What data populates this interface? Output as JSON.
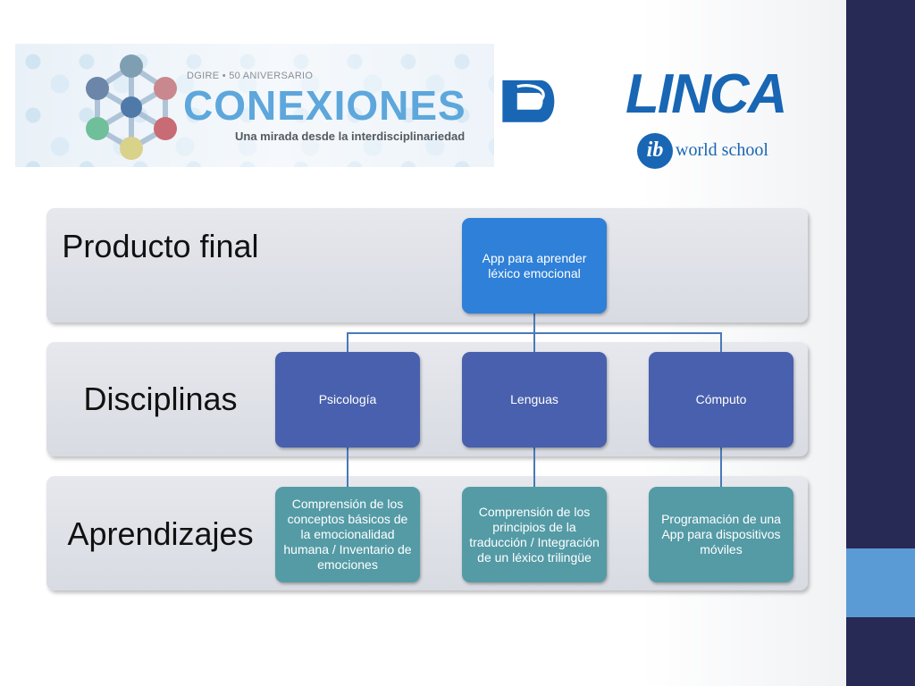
{
  "header": {
    "banner": {
      "dgire_line": "DGIRE • 50 ANIVERSARIO",
      "title": "CONEXIONES",
      "subtitle": "Una mirada desde la interdisciplinariedad"
    },
    "school_logo": {
      "name": "LINCA",
      "ib_mark": "ib",
      "tagline": "world school"
    }
  },
  "diagram": {
    "rows": [
      {
        "label": "Producto final"
      },
      {
        "label": "Disciplinas"
      },
      {
        "label": "Aprendizajes"
      }
    ],
    "root": {
      "text": "App para aprender léxico emocional"
    },
    "disciplines": [
      {
        "text": "Psicología"
      },
      {
        "text": "Lenguas"
      },
      {
        "text": "Cómputo"
      }
    ],
    "learnings": [
      {
        "text": "Comprensión de los conceptos básicos de la emocionalidad humana / Inventario de emociones"
      },
      {
        "text": "Comprensión de los principios de la traducción / Integración de un léxico trilingüe"
      },
      {
        "text": "Programación de una App para dispositivos móviles"
      }
    ]
  },
  "colors": {
    "root_box": "#2f80d8",
    "discipline_box": "#4860ad",
    "learning_box": "#549ba6",
    "sidebar": "#262a55",
    "sidebar_accent": "#5b9bd5"
  }
}
